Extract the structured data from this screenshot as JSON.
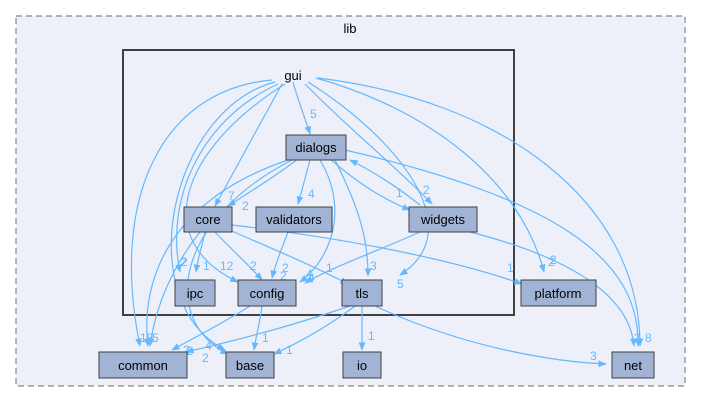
{
  "colors": {
    "outer_fill": "#eef0f9",
    "outer_stroke": "#888888",
    "inner_stroke": "#404040",
    "node_fill": "#a2b4d6",
    "node_stroke": "#404040",
    "edge": "#63b8ff",
    "edge_label": "#63b8ff"
  },
  "clusters": {
    "outer": {
      "label": "lib"
    }
  },
  "nodes": {
    "gui": "gui",
    "dialogs": "dialogs",
    "core": "core",
    "validators": "validators",
    "widgets": "widgets",
    "ipc": "ipc",
    "config": "config",
    "tls": "tls",
    "platform": "platform",
    "common": "common",
    "base": "base",
    "io": "io",
    "net": "net"
  },
  "edges": [
    {
      "id": "gui-dialogs",
      "from": "gui",
      "to": "dialogs",
      "label": "5"
    },
    {
      "id": "gui-core",
      "from": "gui",
      "to": "core",
      "label": ""
    },
    {
      "id": "gui-widgets",
      "from": "gui",
      "to": "widgets",
      "label": ""
    },
    {
      "id": "gui-ipc",
      "from": "gui",
      "to": "ipc",
      "label": ""
    },
    {
      "id": "gui-config",
      "from": "gui",
      "to": "config",
      "label": ""
    },
    {
      "id": "gui-tls",
      "from": "gui",
      "to": "tls",
      "label": ""
    },
    {
      "id": "gui-platform",
      "from": "gui",
      "to": "platform",
      "label": ""
    },
    {
      "id": "gui-common",
      "from": "gui",
      "to": "common",
      "label": ""
    },
    {
      "id": "gui-base",
      "from": "gui",
      "to": "base",
      "label": ""
    },
    {
      "id": "gui-net",
      "from": "gui",
      "to": "net",
      "label": ""
    },
    {
      "id": "dialogs-core",
      "from": "dialogs",
      "to": "core",
      "label": "2"
    },
    {
      "id": "dialogs-validators",
      "from": "dialogs",
      "to": "validators",
      "label": "4"
    },
    {
      "id": "dialogs-widgets",
      "from": "dialogs",
      "to": "widgets",
      "label": "2"
    },
    {
      "id": "widgets-dialogs",
      "from": "widgets",
      "to": "dialogs",
      "label": "1"
    },
    {
      "id": "dialogs-config",
      "from": "dialogs",
      "to": "config",
      "label": ""
    },
    {
      "id": "dialogs-tls",
      "from": "dialogs",
      "to": "tls",
      "label": "3"
    },
    {
      "id": "dialogs-common",
      "from": "dialogs",
      "to": "common",
      "label": ""
    },
    {
      "id": "dialogs-net",
      "from": "dialogs",
      "to": "net",
      "label": ""
    },
    {
      "id": "dialogs-base",
      "from": "dialogs",
      "to": "base",
      "label": ""
    },
    {
      "id": "core-ipc",
      "from": "core",
      "to": "ipc",
      "label": "1"
    },
    {
      "id": "core-config",
      "from": "core",
      "to": "config",
      "label": "2"
    },
    {
      "id": "core-tls",
      "from": "core",
      "to": "tls",
      "label": "1"
    },
    {
      "id": "core-platform",
      "from": "core",
      "to": "platform",
      "label": "1"
    },
    {
      "id": "core-common",
      "from": "core",
      "to": "common",
      "label": "5"
    },
    {
      "id": "validators-config",
      "from": "validators",
      "to": "config",
      "label": "2"
    },
    {
      "id": "widgets-config",
      "from": "widgets",
      "to": "config",
      "label": "4"
    },
    {
      "id": "widgets-net",
      "from": "widgets",
      "to": "net",
      "label": "2"
    },
    {
      "id": "config-common",
      "from": "config",
      "to": "common",
      "label": "2"
    },
    {
      "id": "config-base",
      "from": "config",
      "to": "base",
      "label": "1"
    },
    {
      "id": "tls-common",
      "from": "tls",
      "to": "common",
      "label": "4"
    },
    {
      "id": "tls-base",
      "from": "tls",
      "to": "base",
      "label": "1"
    },
    {
      "id": "tls-io",
      "from": "tls",
      "to": "io",
      "label": "1"
    },
    {
      "id": "tls-net",
      "from": "tls",
      "to": "net",
      "label": "3"
    }
  ],
  "floating_labels": [
    {
      "id": "gui-core-7",
      "text": "7"
    },
    {
      "id": "gui-ipc-2",
      "text": "2"
    },
    {
      "id": "gui-config-12",
      "text": "12"
    },
    {
      "id": "gui-config-2",
      "text": "2"
    },
    {
      "id": "gui-tls-5",
      "text": "5"
    },
    {
      "id": "gui-platform-2",
      "text": "2"
    },
    {
      "id": "gui-common-18",
      "text": "18"
    },
    {
      "id": "gui-base-2",
      "text": "2"
    },
    {
      "id": "gui-net-8",
      "text": "8"
    },
    {
      "id": "dialogs-net-2",
      "text": "2"
    },
    {
      "id": "dialogs-config-4",
      "text": "4"
    },
    {
      "id": "core-ipc-2",
      "text": "2"
    },
    {
      "id": "common-2",
      "text": "2"
    }
  ]
}
